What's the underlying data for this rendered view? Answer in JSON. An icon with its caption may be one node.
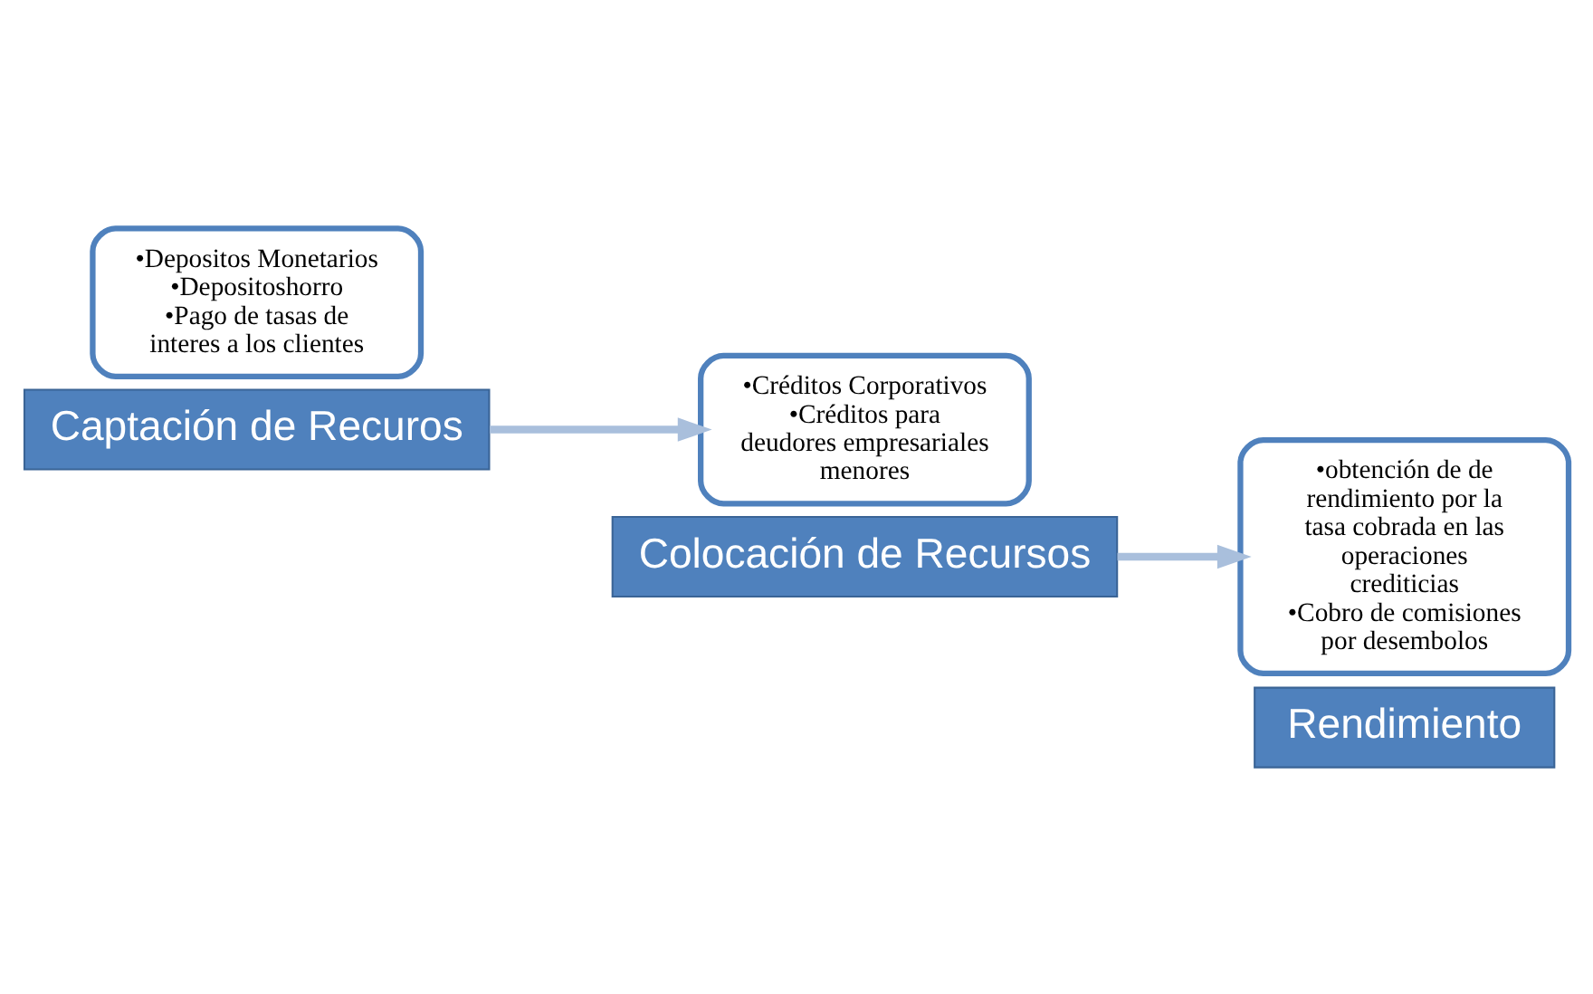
{
  "diagram": {
    "nodes": [
      {
        "text": [
          "•Depositos Monetarios",
          "•Depositoshorro",
          "•Pago de tasas de interes a los clientes"
        ]
      },
      {
        "text": [
          "Captación de Recuros"
        ]
      },
      {
        "text": [
          "•Créditos Corporativos",
          "•Créditos para deudores empresariales menores"
        ]
      },
      {
        "text": [
          "Colocación de Recursos"
        ]
      },
      {
        "text": [
          "•obtención de de rendimiento por la tasa cobrada en las operaciones crediticias",
          "•Cobro de comisiones por desembolos"
        ]
      },
      {
        "text": [
          "Rendimiento"
        ]
      }
    ],
    "edges": [
      {
        "from": 1,
        "to": 2,
        "arrow": "to"
      },
      {
        "from": 3,
        "to": 4,
        "arrow": "to"
      }
    ]
  }
}
